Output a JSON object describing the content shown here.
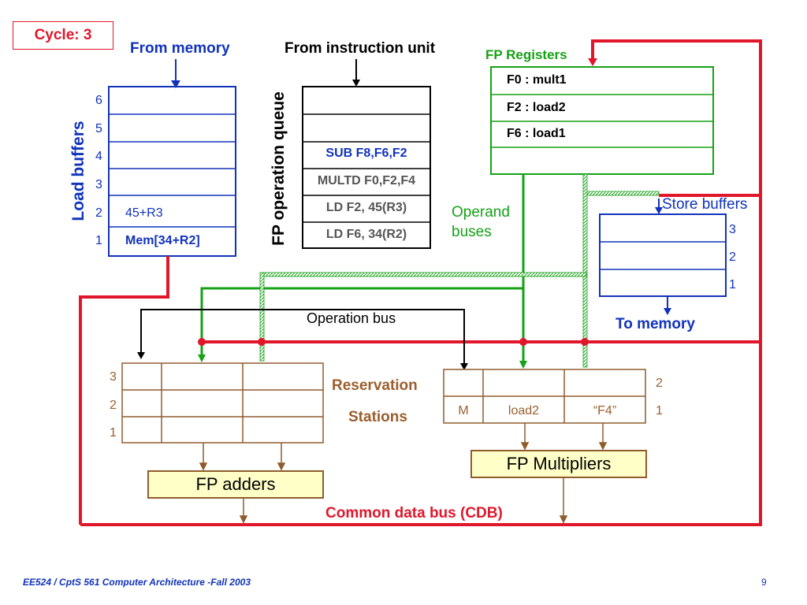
{
  "cycle_label": "Cycle: 3",
  "from_memory": "From memory",
  "from_instruction_unit": "From instruction unit",
  "fp_registers": {
    "title": "FP Registers",
    "rows": [
      "F0 : mult1",
      "F2 : load2",
      "F6 : load1",
      ""
    ]
  },
  "load_buffers": {
    "title": "Load buffers",
    "numbers": [
      "6",
      "5",
      "4",
      "3",
      "2",
      "1"
    ],
    "contents": [
      "",
      "",
      "",
      "",
      "45+R3",
      "Mem[34+R2]"
    ]
  },
  "fp_queue": {
    "title": "FP operation queue",
    "rows": [
      "",
      "",
      "SUB F8,F6,F2",
      "MULTD F0,F2,F4",
      "LD F2, 45(R3)",
      "LD F6, 34(R2)"
    ]
  },
  "operand_buses": "Operand\nbuses",
  "store_buffers": {
    "title": "Store buffers",
    "numbers": [
      "3",
      "2",
      "1"
    ]
  },
  "to_memory": "To memory",
  "operation_bus": "Operation bus",
  "reservation_stations": {
    "line1": "Reservation",
    "line2": "Stations",
    "adder_numbers": [
      "3",
      "2",
      "1"
    ],
    "mult_numbers": [
      "2",
      "1"
    ],
    "mult_row1": [
      "M",
      "load2",
      "“F4”"
    ]
  },
  "fp_adders": "FP adders",
  "fp_multipliers": "FP Multipliers",
  "cdb": "Common data bus (CDB)",
  "footer": {
    "course": "EE524 / CptS 561 Computer Architecture  -Fall 2003",
    "page": "9"
  },
  "colors": {
    "cdb_red": "#e0172b",
    "operand_green": "#16a116",
    "unit_blue": "#1133bb",
    "station_brown": "#9b5e2d",
    "unit_fill": "#ffffc8"
  }
}
